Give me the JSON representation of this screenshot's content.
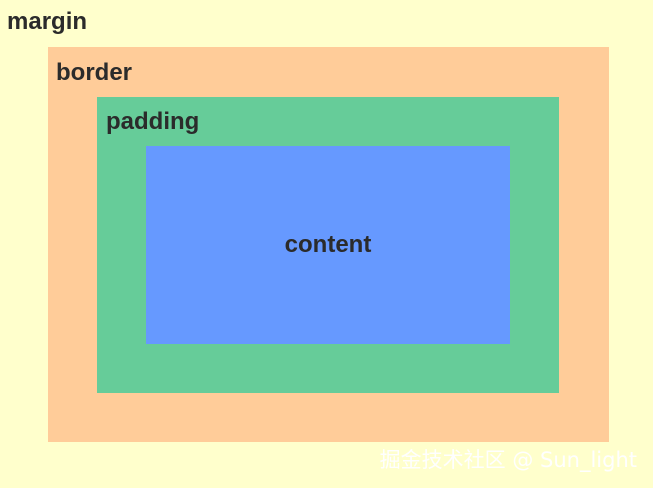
{
  "labels": {
    "margin": "margin",
    "border": "border",
    "padding": "padding",
    "content": "content"
  },
  "watermark": "掘金技术社区 @ Sun_light",
  "colors": {
    "margin": "#ffffcc",
    "border": "#ffcc99",
    "padding": "#66cc99",
    "content": "#6699ff"
  }
}
